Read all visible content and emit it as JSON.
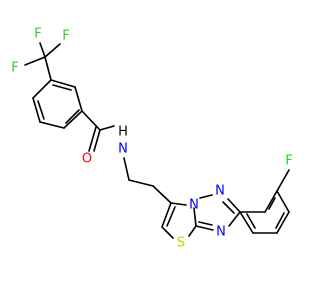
{
  "molecule": {
    "atoms": {
      "F": "F",
      "O": "O",
      "NH": "N",
      "H": "H",
      "N": "N",
      "S": "S"
    },
    "colors": {
      "carbon": "#000000",
      "fluorine": "#33cc33",
      "oxygen": "#ff0000",
      "nitrogen": "#0000ff",
      "sulfur": "#cccc00"
    }
  }
}
